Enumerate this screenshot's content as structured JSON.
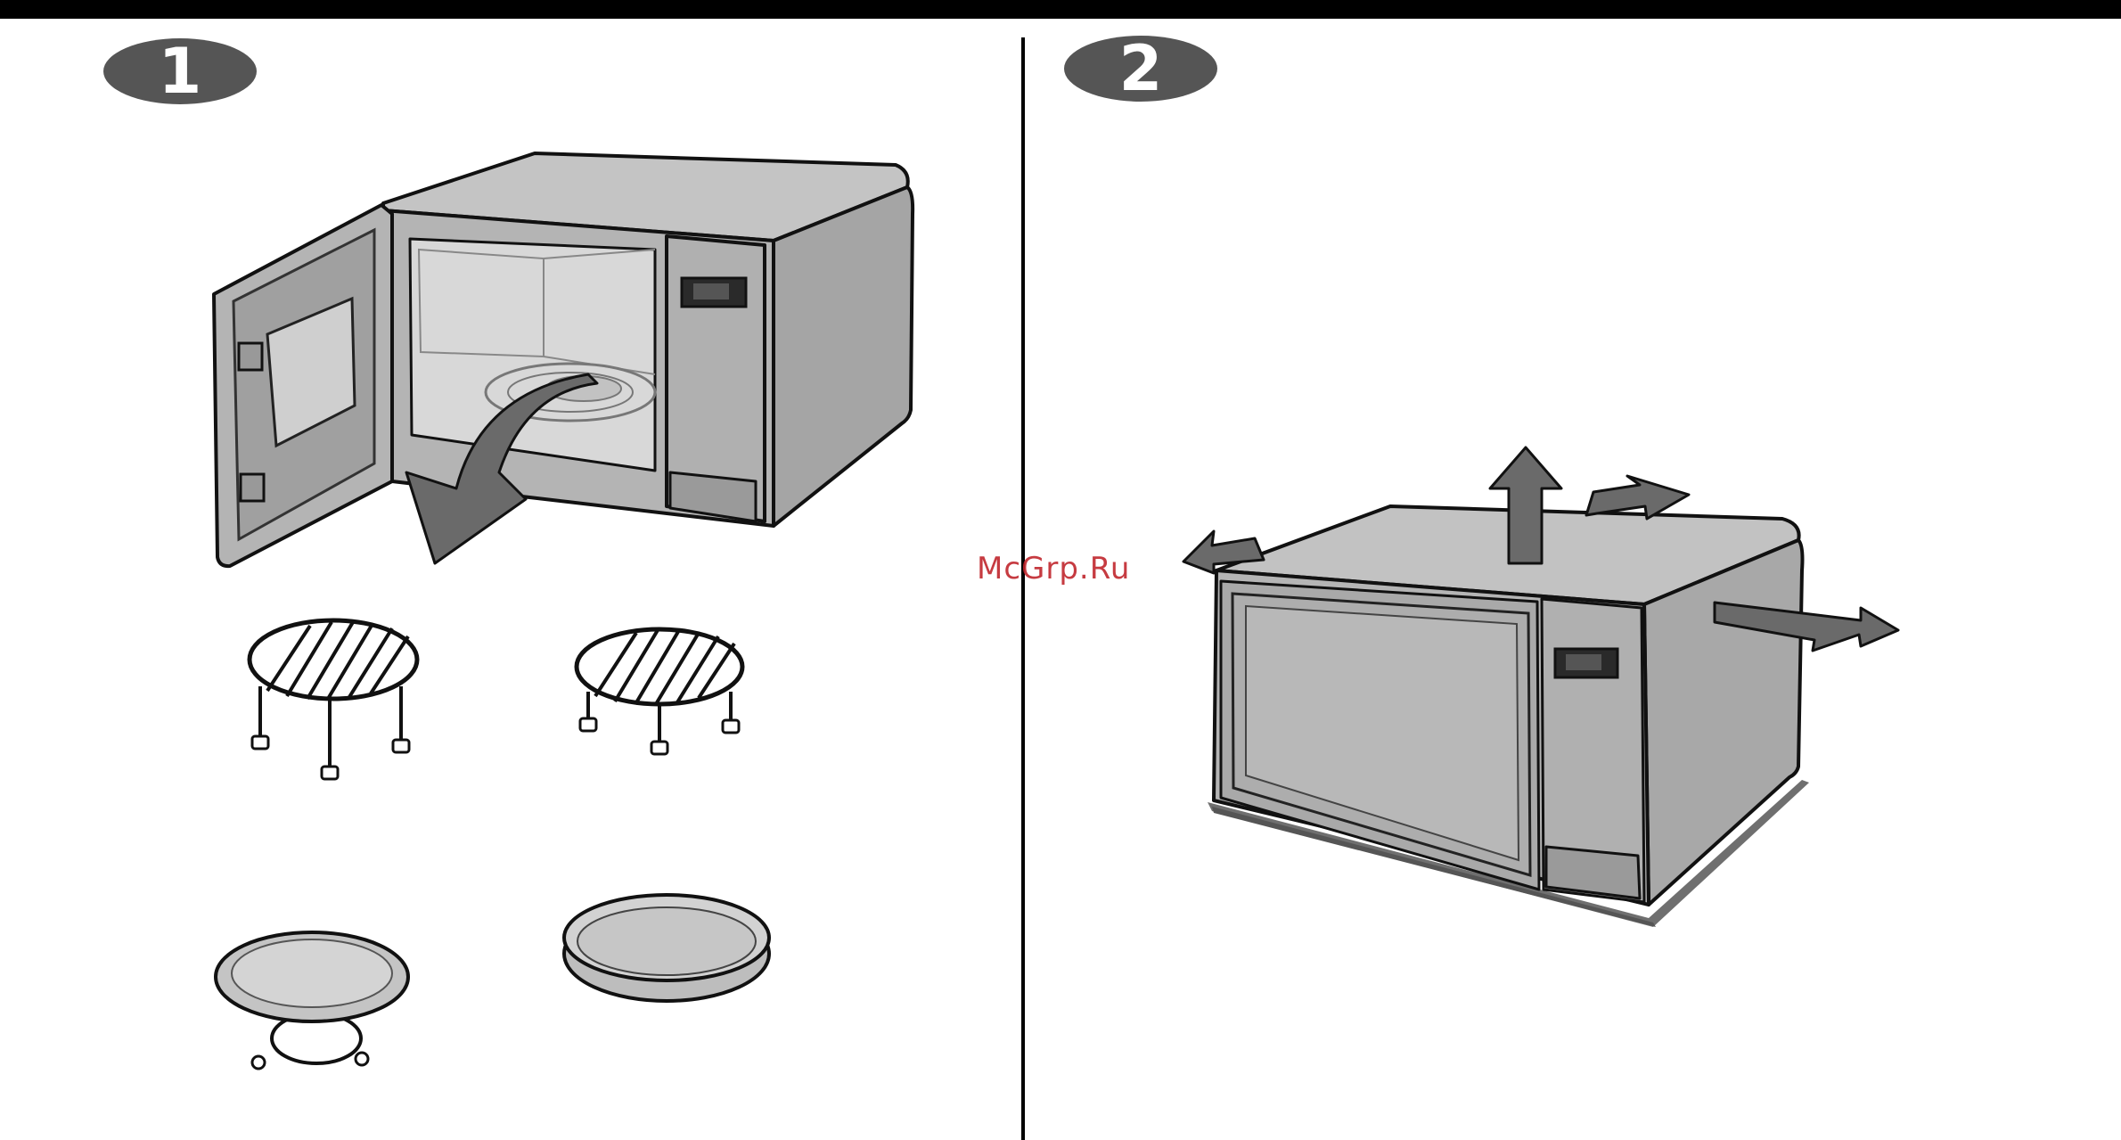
{
  "steps": [
    {
      "number": "1"
    },
    {
      "number": "2"
    }
  ],
  "watermark": "McGrp.Ru",
  "colors": {
    "top_bar": "#000000",
    "badge": "#555555",
    "appliance_fill": "#b4b4b4",
    "appliance_dark": "#8f8f8f",
    "arrow": "#6a6a6a",
    "line": "#111111"
  }
}
